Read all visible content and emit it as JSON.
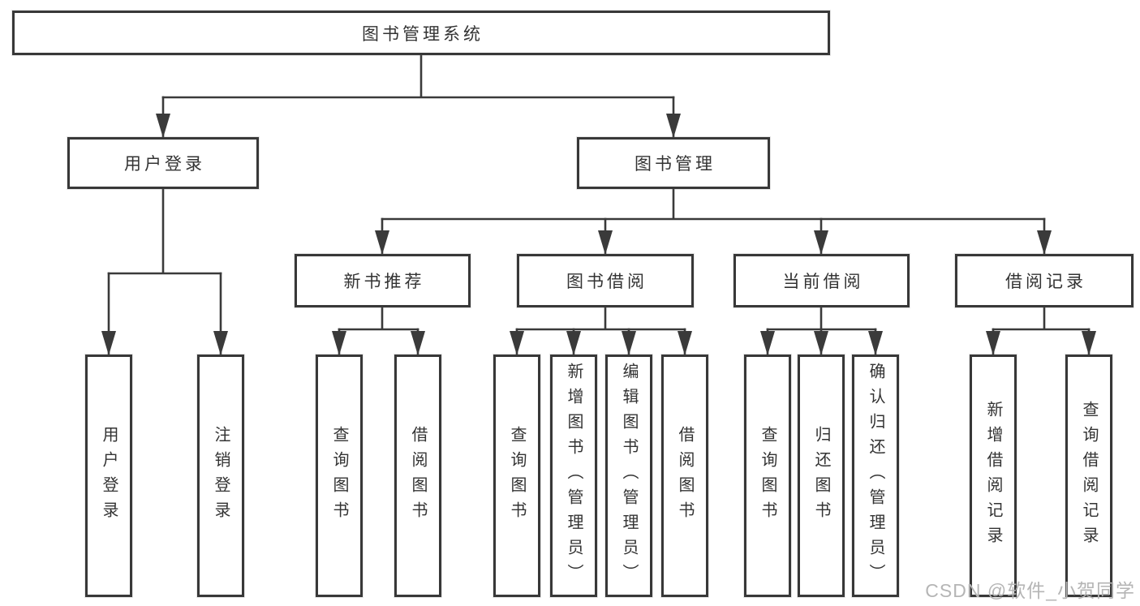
{
  "nodes": {
    "root": "图书管理系统",
    "user_login": "用户登录",
    "book_mgmt": "图书管理",
    "new_book_rec": "新书推荐",
    "book_borrow": "图书借阅",
    "current_borrow": "当前借阅",
    "borrow_record": "借阅记录",
    "leaf_login": "用户登录",
    "leaf_logout": "注销登录",
    "rec_query": "查询图书",
    "rec_borrow": "借阅图书",
    "bb_query": "查询图书",
    "bb_add": "新增图书（管理员）",
    "bb_edit": "编辑图书（管理员）",
    "bb_borrow": "借阅图书",
    "cb_query": "查询图书",
    "cb_return": "归还图书",
    "cb_confirm": "确认归还（管理员）",
    "br_add": "新增借阅记录",
    "br_query": "查询借阅记录"
  },
  "watermark": "CSDN @软件_小贺同学",
  "colors": {
    "line": "#3a3a3a",
    "border": "#383838",
    "text": "#333333",
    "watermark": "#b5b5b5",
    "background": "#ffffff"
  }
}
